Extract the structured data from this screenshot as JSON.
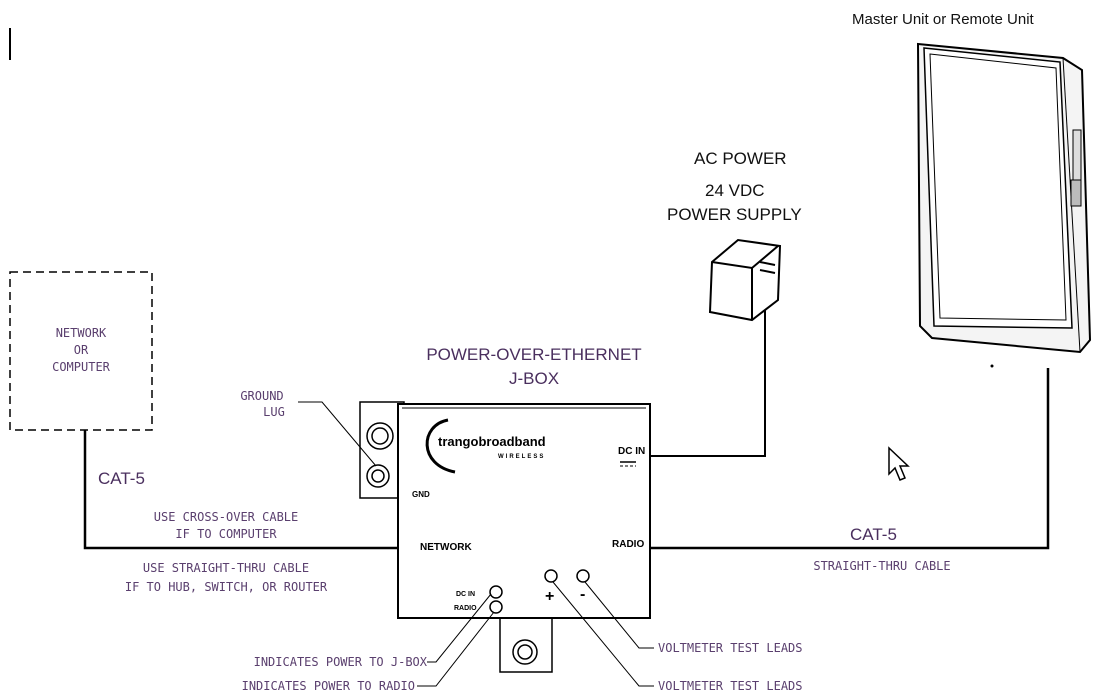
{
  "labels": {
    "master_remote_unit": "Master Unit or Remote Unit",
    "ac_power": "AC POWER",
    "vdc": "24 VDC",
    "power_supply": "POWER SUPPLY",
    "network_l1": "NETWORK",
    "network_l2": "OR",
    "network_l3": "COMPUTER",
    "poe_l1": "POWER-OVER-ETHERNET",
    "poe_l2": "J-BOX",
    "ground_l1": "GROUND",
    "ground_l2": "LUG",
    "cat5_left": "CAT-5",
    "cross_l1": "USE CROSS-OVER CABLE",
    "cross_l2": "IF TO COMPUTER",
    "straight_l1": "USE STRAIGHT-THRU CABLE",
    "straight_l2": "IF TO HUB, SWITCH, OR ROUTER",
    "cat5_right": "CAT-5",
    "straight_right": "STRAIGHT-THRU CABLE",
    "volt1": "VOLTMETER TEST LEADS",
    "volt2": "VOLTMETER TEST LEADS",
    "ind_jbox": "INDICATES POWER TO J-BOX",
    "ind_radio": "INDICATES POWER TO RADIO",
    "brand": "trangobroadband",
    "brand_sub": "WIRELESS",
    "port_dcin": "DC IN",
    "port_gnd": "GND",
    "port_network": "NETWORK",
    "port_radio": "RADIO",
    "led_dcin": "DC IN",
    "led_radio": "RADIO",
    "plus": "+",
    "minus": "-"
  }
}
